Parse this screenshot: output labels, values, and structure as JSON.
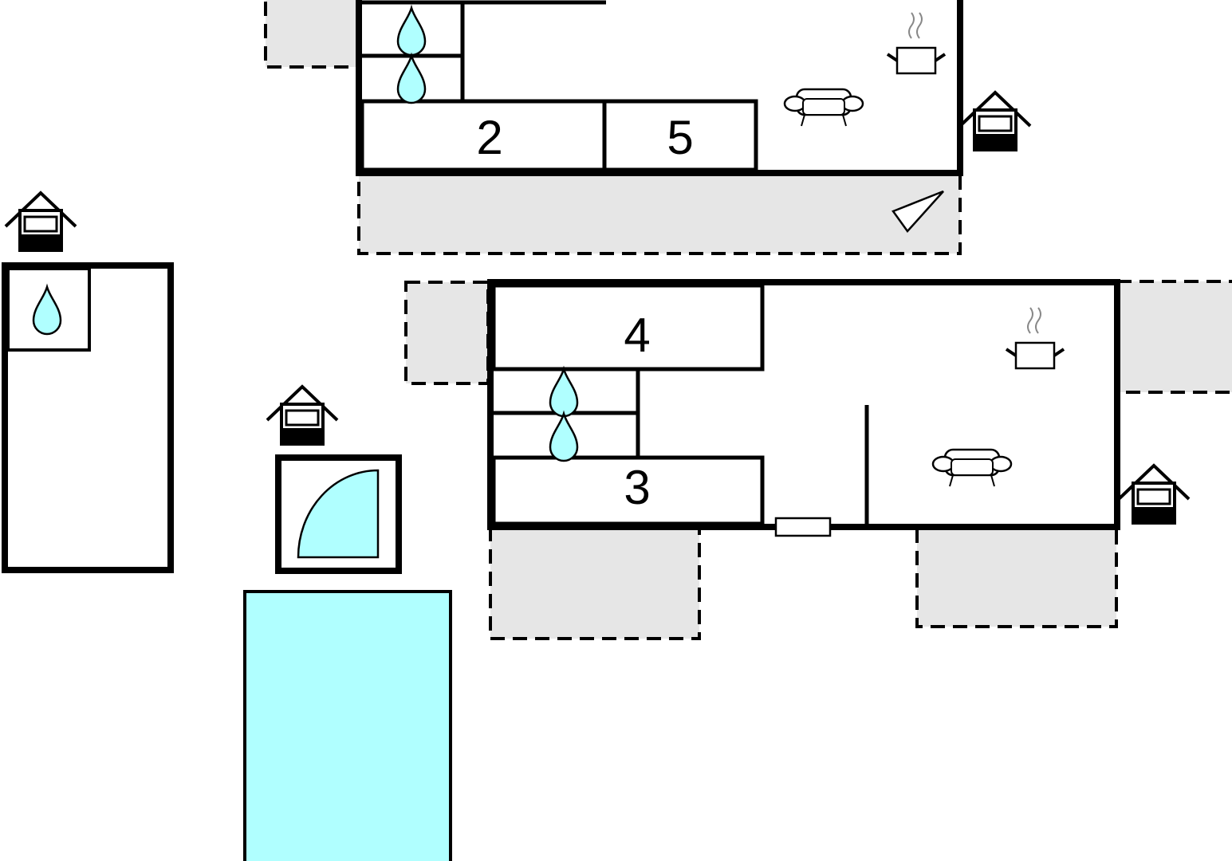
{
  "floorplan": {
    "colors": {
      "wall": "#000000",
      "terrace_fill": "#e6e6e6",
      "water": "#b0ffff",
      "background": "#ffffff"
    },
    "rooms": [
      {
        "label": "2",
        "type": "bedroom"
      },
      {
        "label": "5",
        "type": "bedroom"
      },
      {
        "label": "4",
        "type": "bedroom"
      },
      {
        "label": "3",
        "type": "bedroom"
      }
    ],
    "icons": [
      "water-drop-icon",
      "entrance-house-icon",
      "cooking-pot-icon",
      "sofa-icon",
      "compass-arrow-icon",
      "shower-icon",
      "window-icon"
    ],
    "pool": {
      "type": "swimming-pool"
    }
  }
}
